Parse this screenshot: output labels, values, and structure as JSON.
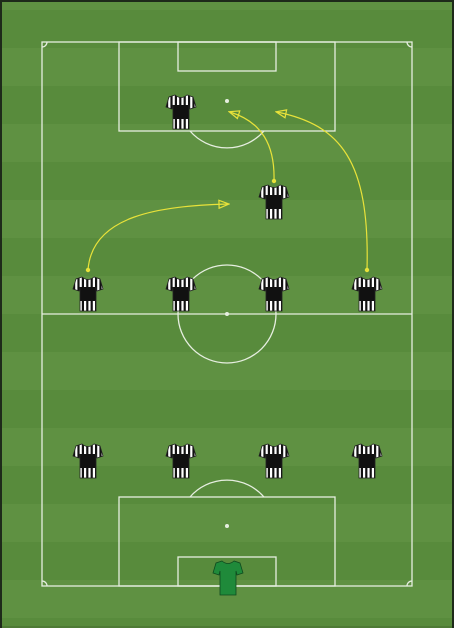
{
  "pitch": {
    "grass_light": "#5f9142",
    "grass_dark": "#578a3b",
    "line_color": "#e6eee0",
    "border_color": "#1e2a1a"
  },
  "kits": {
    "outfield": {
      "icon": "striped-shirt-icon",
      "stripe_a": "#111111",
      "stripe_b": "#ffffff"
    },
    "goalkeeper": {
      "icon": "goalkeeper-shirt-icon",
      "color": "#1f8a3a"
    }
  },
  "arrow_color": "#e8e23a",
  "players": [
    {
      "id": "goalkeeper",
      "kit": "goalkeeper"
    },
    {
      "id": "defender-1",
      "kit": "outfield"
    },
    {
      "id": "defender-2",
      "kit": "outfield"
    },
    {
      "id": "defender-3",
      "kit": "outfield"
    },
    {
      "id": "defender-4",
      "kit": "outfield"
    },
    {
      "id": "midfielder-left",
      "kit": "outfield"
    },
    {
      "id": "midfielder-center-left",
      "kit": "outfield"
    },
    {
      "id": "midfielder-center-right",
      "kit": "outfield"
    },
    {
      "id": "midfielder-right",
      "kit": "outfield"
    },
    {
      "id": "attacking-midfielder",
      "kit": "outfield"
    },
    {
      "id": "striker",
      "kit": "outfield"
    }
  ],
  "runs": [
    {
      "from": "midfielder-left"
    },
    {
      "from": "attacking-midfielder"
    },
    {
      "from": "midfielder-right"
    }
  ]
}
